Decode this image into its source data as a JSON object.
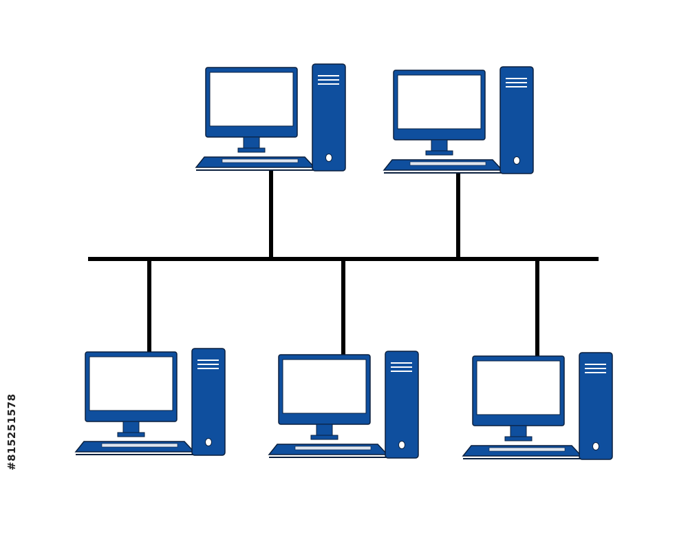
{
  "diagram": {
    "topology": "bus",
    "node_count": 5,
    "nodes": [
      {
        "id": "computer-1",
        "icon": "desktop-computer-icon",
        "row": "top"
      },
      {
        "id": "computer-2",
        "icon": "desktop-computer-icon",
        "row": "top"
      },
      {
        "id": "computer-3",
        "icon": "desktop-computer-icon",
        "row": "bottom"
      },
      {
        "id": "computer-4",
        "icon": "desktop-computer-icon",
        "row": "bottom"
      },
      {
        "id": "computer-5",
        "icon": "desktop-computer-icon",
        "row": "bottom"
      }
    ],
    "colors": {
      "device_blue": "#0f4f9e",
      "screen": "#ffffff",
      "outline": "#0a1f3d",
      "bus_line": "#000000",
      "background": "#ffffff"
    }
  },
  "watermark": {
    "stock_id": "#815251578"
  }
}
